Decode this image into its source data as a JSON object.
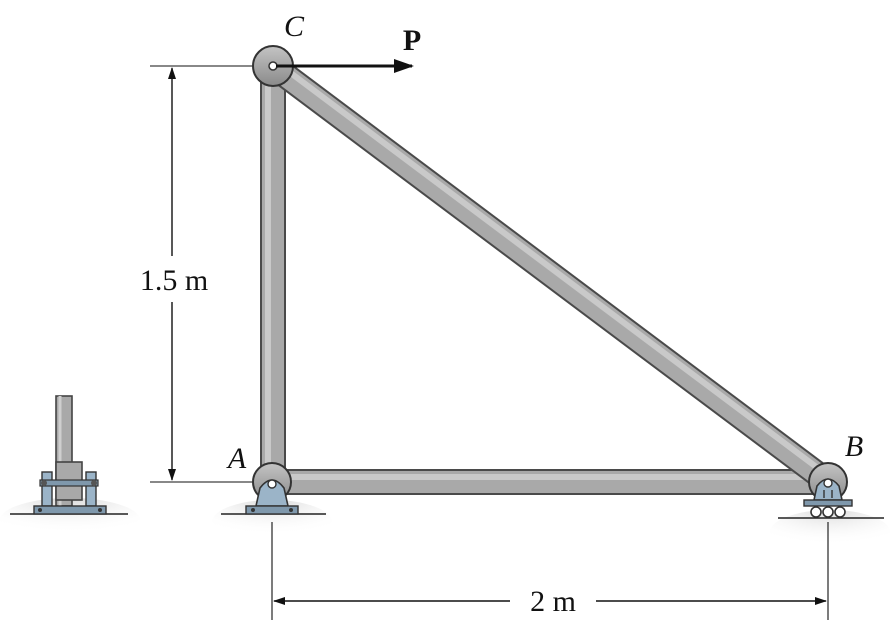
{
  "labels": {
    "joint_a": "A",
    "joint_b": "B",
    "joint_c": "C",
    "load": "P"
  },
  "dimensions": {
    "height": "1.5 m",
    "span": "2 m"
  },
  "colors": {
    "member_fill": "#a9a9a9",
    "member_edge": "#4a4a4a",
    "support_fill": "#9bb4c8",
    "ground_shade": "#e2e2e2",
    "ink": "#111111"
  }
}
